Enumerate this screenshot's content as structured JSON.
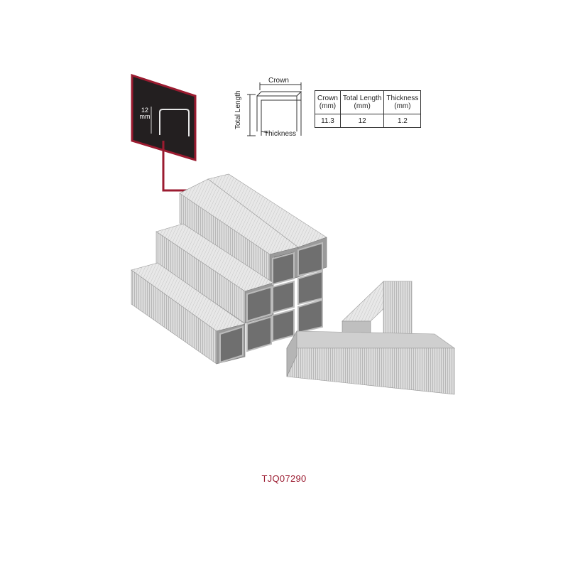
{
  "colors": {
    "accent": "#9b1b30",
    "inset_bg": "#231f20",
    "staple_light": "#d9d9d9",
    "staple_dark": "#8c8c8c"
  },
  "inset": {
    "dimension_value": "12",
    "dimension_unit": "mm"
  },
  "diagram": {
    "crown_label": "Crown",
    "total_length_label": "Total Length",
    "thickness_label": "Thickness"
  },
  "spec_table": {
    "headers": [
      [
        "Crown",
        "(mm)"
      ],
      [
        "Total Length",
        "(mm)"
      ],
      [
        "Thickness",
        "(mm)"
      ]
    ],
    "values": [
      "11.3",
      "12",
      "1.2"
    ]
  },
  "model_code": "TJQ07290"
}
